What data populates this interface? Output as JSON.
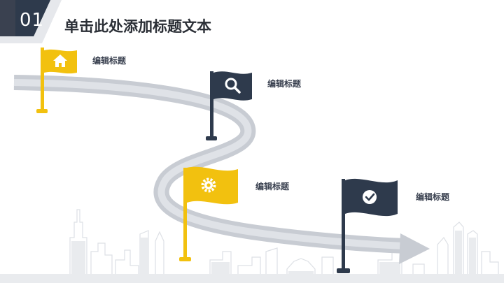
{
  "slide": {
    "number": "01",
    "title": "单击此处添加标题文本"
  },
  "colors": {
    "accent_yellow": "#f2c10f",
    "dark_navy": "#2e3a4c",
    "road_gray": "#c4c8d0",
    "skyline_gray": "#dfe2e7"
  },
  "flags": [
    {
      "icon": "home-icon",
      "color": "yellow",
      "label": "编辑标题"
    },
    {
      "icon": "search-icon",
      "color": "navy",
      "label": "编辑标题"
    },
    {
      "icon": "gear-icon",
      "color": "yellow",
      "label": "编辑标题"
    },
    {
      "icon": "check-icon",
      "color": "navy",
      "label": "编辑标题"
    }
  ]
}
